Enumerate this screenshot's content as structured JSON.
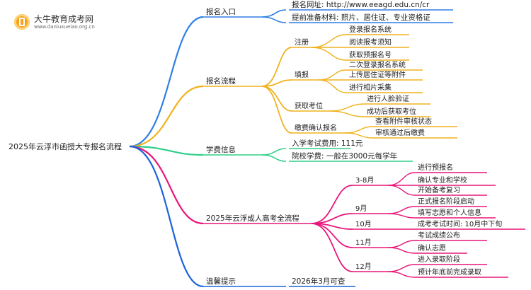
{
  "logo": {
    "title": "大牛教育成考网",
    "subtitle": "www.daniuxueiao.org.cn"
  },
  "root": {
    "label": "2025年云浮市函授大专报名流程"
  },
  "colors": {
    "blue": "#2f7fe6",
    "orange": "#f0b21e",
    "green": "#2ecf8a",
    "magenta": "#e8157a",
    "darkblue": "#1c63d8"
  },
  "branches": [
    {
      "label": "报名入口",
      "color": "blue",
      "children": [
        {
          "label": "报名网址: http://www.eeagd.edu.cn/cr"
        },
        {
          "label": "提前准备材料: 照片、居住证、专业资格证"
        }
      ]
    },
    {
      "label": "报名流程",
      "color": "orange",
      "children": [
        {
          "label": "注册",
          "children": [
            {
              "label": "登录报名系统"
            },
            {
              "label": "阅读报考须知"
            },
            {
              "label": "获取预报名号"
            }
          ]
        },
        {
          "label": "填报",
          "children": [
            {
              "label": "二次登录报名系统"
            },
            {
              "label": "上传居住证等附件"
            },
            {
              "label": "进行相片采集"
            }
          ]
        },
        {
          "label": "获取考位",
          "children": [
            {
              "label": "进行人脸验证"
            },
            {
              "label": "成功后获取考位"
            }
          ]
        },
        {
          "label": "缴费确认报名",
          "children": [
            {
              "label": "查看附件审核状态"
            },
            {
              "label": "审核通过后缴费"
            }
          ]
        }
      ]
    },
    {
      "label": "学费信息",
      "color": "green",
      "children": [
        {
          "label": "入学考试费用: 111元"
        },
        {
          "label": "院校学费: 一般在3000元每学年"
        }
      ]
    },
    {
      "label": "2025年云浮成人高考全流程",
      "color": "magenta",
      "children": [
        {
          "label": "3-8月",
          "children": [
            {
              "label": "进行预报名"
            },
            {
              "label": "确认专业和学校"
            },
            {
              "label": "开始备考复习"
            }
          ]
        },
        {
          "label": "9月",
          "children": [
            {
              "label": "正式报名阶段启动"
            },
            {
              "label": "填写志愿和个人信息"
            }
          ]
        },
        {
          "label": "10月",
          "children": [
            {
              "label": "成考考试时间: 10月中下旬"
            }
          ]
        },
        {
          "label": "11月",
          "children": [
            {
              "label": "考试成绩公布"
            },
            {
              "label": "确认志愿"
            }
          ]
        },
        {
          "label": "12月",
          "children": [
            {
              "label": "进入录取阶段"
            },
            {
              "label": "预计年底前完成录取"
            }
          ]
        }
      ]
    },
    {
      "label": "温馨提示",
      "color": "darkblue",
      "children": [
        {
          "label": "2026年3月可查"
        }
      ]
    }
  ]
}
